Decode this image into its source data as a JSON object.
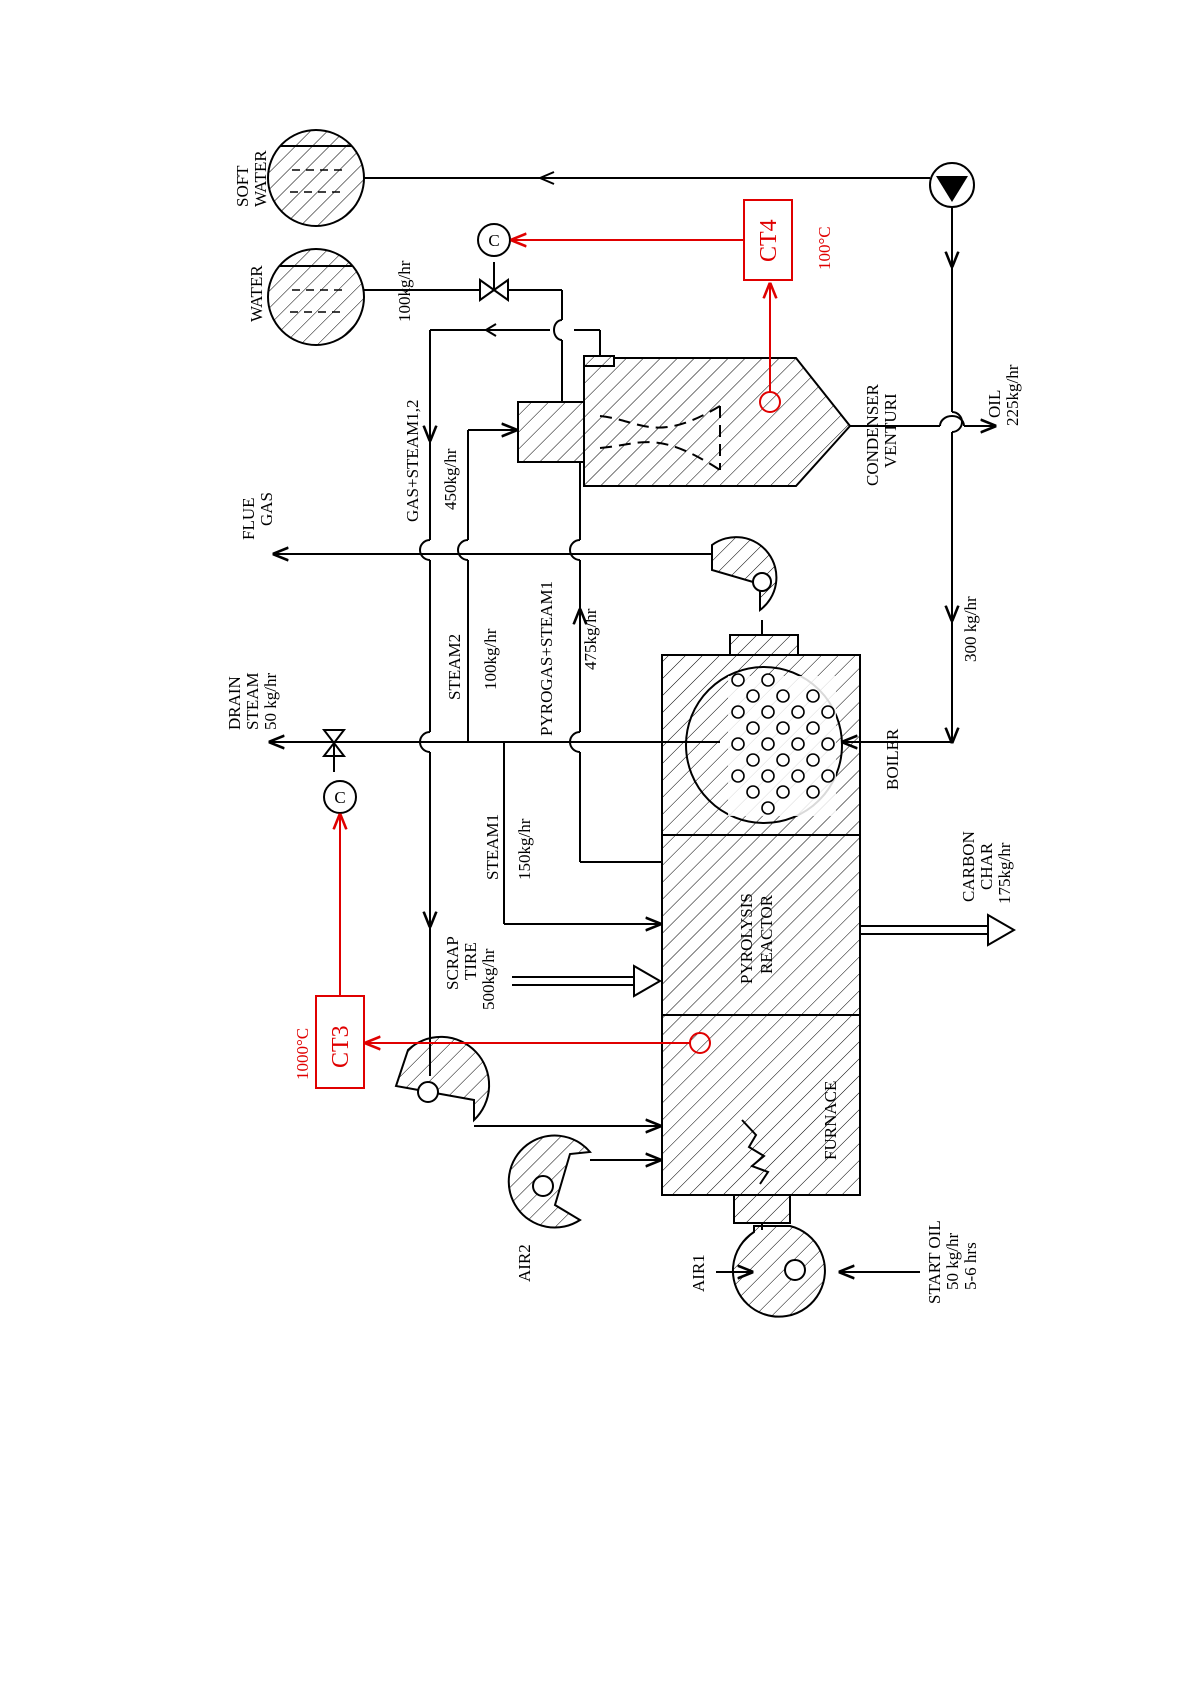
{
  "labels": {
    "soft_water": [
      "SOFT",
      "WATER"
    ],
    "water": "WATER",
    "flow_100kg": "100kg/hr",
    "gas_steam": "GAS+STEAM1,2",
    "flow_450kg": "450kg/hr",
    "flue_gas": [
      "FLUE",
      "GAS"
    ],
    "drain_steam": [
      "DRAIN",
      "STEAM",
      "50 kg/hr"
    ],
    "steam2": "STEAM2",
    "steam2_flow": "100kg/hr",
    "pyrogas": "PYROGAS+STEAM1",
    "pyrogas_flow": "475kg/hr",
    "steam1": "STEAM1",
    "steam1_flow": "150kg/hr",
    "scrap_tire": [
      "SCRAP",
      "TIRE",
      "500kg/hr"
    ],
    "air2": "AIR2",
    "air1": "AIR1",
    "start_oil": [
      "START OIL",
      "50 kg/hr",
      "5-6 hrs"
    ],
    "furnace": "FURNACE",
    "pyrolysis": [
      "PYROLYSIS",
      "REACTOR"
    ],
    "boiler": "BOILER",
    "condenser": [
      "CONDENSER",
      "VENTURI"
    ],
    "oil": [
      "OIL",
      "225kg/hr"
    ],
    "carbon_char": [
      "CARBON",
      "CHAR",
      "175kg/hr"
    ],
    "flow_300kg": "300 kg/hr",
    "ct3": "CT3",
    "ct3_temp": "1000°C",
    "ct4": "CT4",
    "ct4_temp": "100°C",
    "controller_symbol": "C"
  },
  "colors": {
    "line": "#000000",
    "control": "#e00000"
  }
}
